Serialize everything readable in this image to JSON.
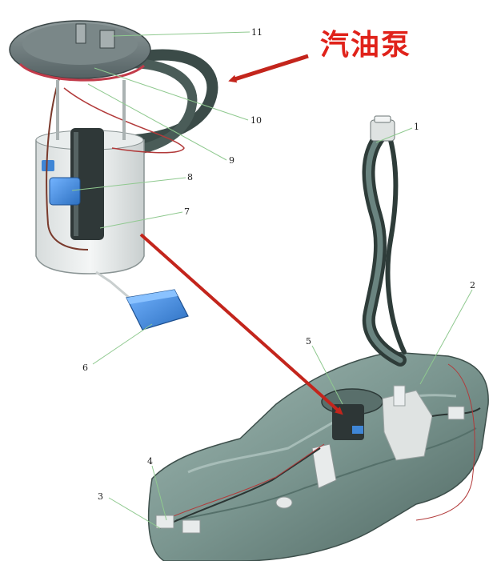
{
  "title": "汽油泵",
  "colors": {
    "title": "#e0221a",
    "arrow": "#c3251c",
    "leader": "#8fc98f",
    "tank": "#7e9a94",
    "hose": "#3b4b48",
    "sensor": "#3f86d6"
  },
  "callouts": {
    "c1": "1",
    "c2": "2",
    "c3": "3",
    "c4": "4",
    "c5": "5",
    "c6": "6",
    "c7": "7",
    "c8": "8",
    "c9": "9",
    "c10": "10",
    "c11": "11"
  }
}
